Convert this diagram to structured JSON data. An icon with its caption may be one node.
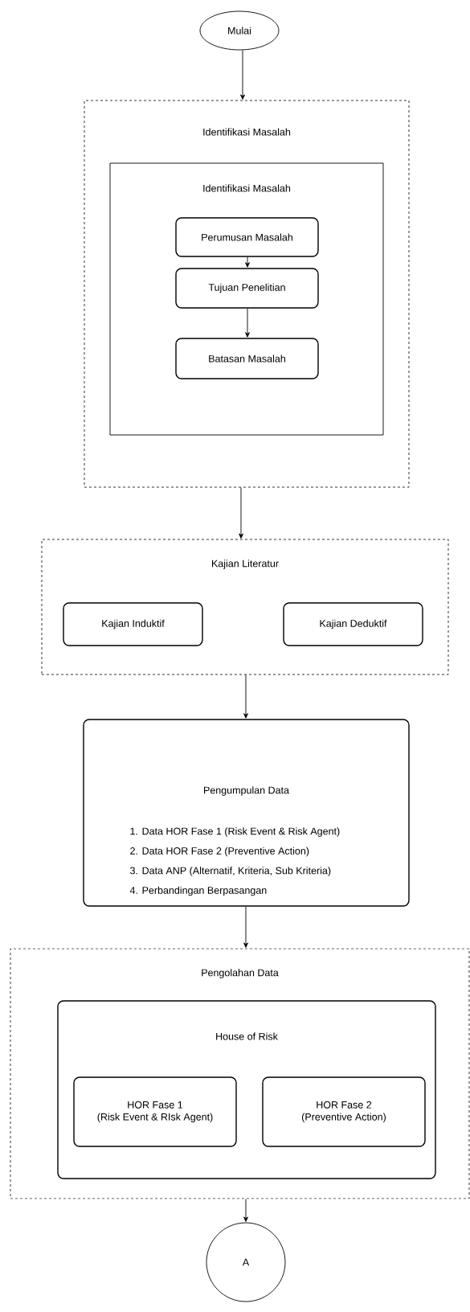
{
  "diagram": {
    "nodes": [
      {
        "text": [
          "Mulai"
        ]
      },
      {
        "text": [
          "Identifikasi Masalah"
        ]
      },
      {
        "text": [
          "Identifikasi Masalah"
        ],
        "in": 1
      },
      {
        "text": [
          "Perumusan Masalah"
        ],
        "in": 2
      },
      {
        "text": [
          "Tujuan Penelitian"
        ],
        "in": 2
      },
      {
        "text": [
          "Batasan Masalah"
        ],
        "in": 2
      },
      {
        "text": [
          "Kajian Literatur"
        ]
      },
      {
        "text": [
          "Kajian Induktif"
        ],
        "in": 6
      },
      {
        "text": [
          "Kajian Deduktif"
        ],
        "in": 6
      },
      {
        "text": [
          "Pengumpulan Data",
          "1. Data HOR Fase 1 (Risk Event & Risk Agent)",
          "2. Data HOR Fase 2 (Preventive Action)",
          "3. Data ANP (Alternatif, Kriteria, Sub Kriteria)",
          "4. Perbandingan Berpasangan"
        ]
      },
      {
        "text": [
          "Pengolahan Data"
        ]
      },
      {
        "text": [
          "House of Risk"
        ],
        "in": 10
      },
      {
        "text": [
          "HOR Fase 1 (Risk Event & RIsk Agent)"
        ],
        "in": 11
      },
      {
        "text": [
          "HOR Fase 2 (Preventive Action)"
        ],
        "in": 11
      },
      {
        "text": [
          "A"
        ]
      }
    ],
    "edges": [
      {
        "from": 0,
        "to": 1,
        "arrow": "to"
      },
      {
        "from": 3,
        "to": 4,
        "arrow": "to"
      },
      {
        "from": 4,
        "to": 5,
        "arrow": "to"
      },
      {
        "from": 1,
        "to": 6,
        "arrow": "to"
      },
      {
        "from": 6,
        "to": 9,
        "arrow": "to"
      },
      {
        "from": 9,
        "to": 10,
        "arrow": "to"
      },
      {
        "from": 10,
        "to": 14,
        "arrow": "to"
      }
    ]
  }
}
